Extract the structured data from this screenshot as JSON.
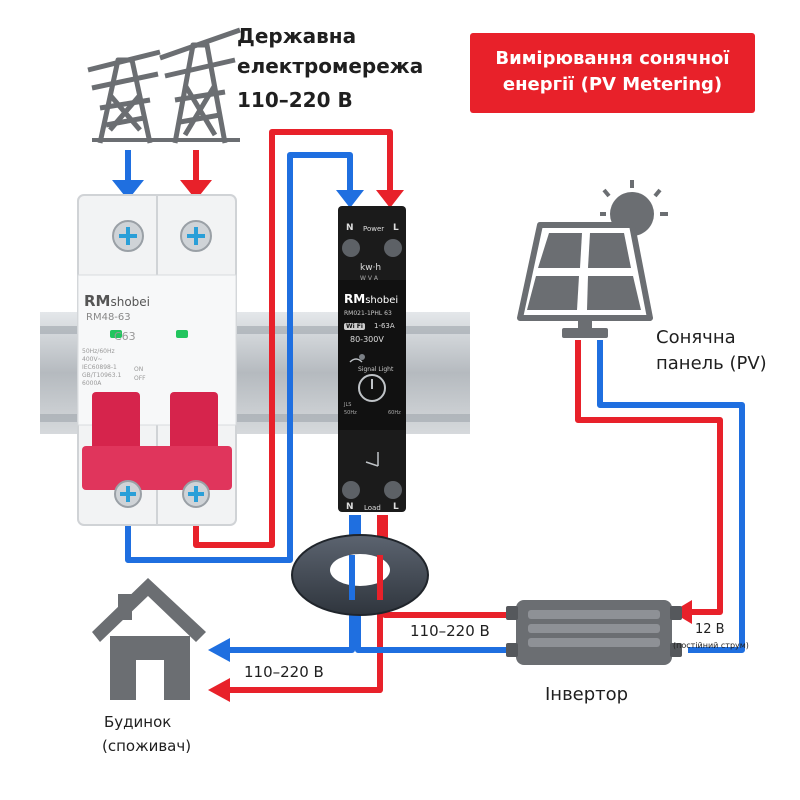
{
  "grid": {
    "title_line1": "Державна",
    "title_line2": "електромережа",
    "voltage": "110–220 В"
  },
  "banner": {
    "line1": "Вимірювання сонячної",
    "line2": "енергії (PV Metering)"
  },
  "breaker": {
    "brand_prefix": "RM",
    "brand_suffix": "shobei",
    "model": "RM48-63",
    "rating": "C63",
    "spec_lines": [
      "50Hz/60Hz",
      "400V~",
      "IEC60898-1",
      "GB/T10963.1",
      "6000A"
    ],
    "on_label": "ON",
    "off_label": "OFF"
  },
  "meter": {
    "label_n": "N",
    "label_power": "Power",
    "label_l": "L",
    "label_kwh": "kw·h",
    "label_wva": "W  V  A",
    "brand_prefix": "RM",
    "brand_suffix": "shobei",
    "model": "RM021-1PHL 63",
    "wifi": "Wi Fi",
    "current": "1-63A",
    "voltage_range": "80-300V",
    "signal_light": "Signal Light",
    "freq_left": "50Hz",
    "freq_right": "60Hz",
    "jls": "JLS",
    "bottom_n": "N",
    "bottom_load": "Load",
    "bottom_l": "L"
  },
  "solar": {
    "line1": "Сонячна",
    "line2": "панель (PV)"
  },
  "inverter": {
    "label": "Інвертор",
    "ac_voltage": "110–220 В",
    "dc_voltage": "12 В",
    "dc_note": "(постійний струм)"
  },
  "house": {
    "line1": "Будинок",
    "line2": "(споживач)",
    "voltage": "110–220 В"
  },
  "colors": {
    "live": "#e8212a",
    "neutral": "#1f6fe0",
    "banner": "#e8212a",
    "rail": "#c4c8cc",
    "icon_gray": "#6b6e72",
    "breaker_red": "#d6244c",
    "meter_body": "#1b1b1b"
  }
}
